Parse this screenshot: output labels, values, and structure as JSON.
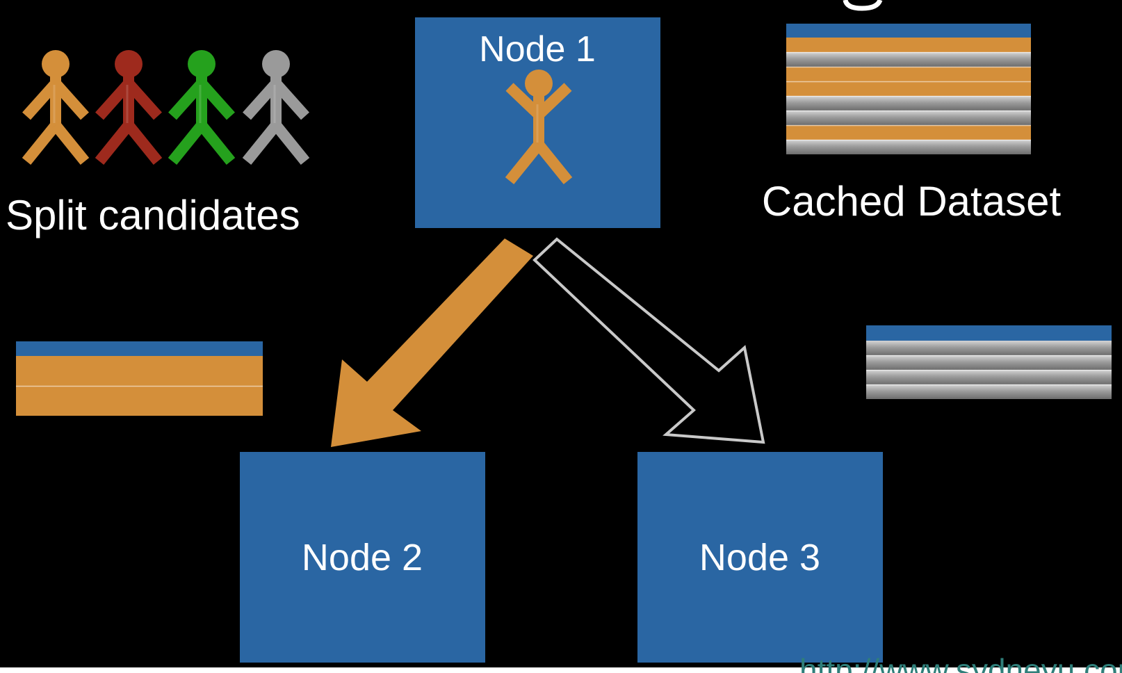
{
  "colors": {
    "background": "#000000",
    "page_edge": "#ffffff",
    "node_blue": "#2a66a3",
    "orange": "#d48f3a",
    "red": "#9e2a1d",
    "green": "#25a11d",
    "gray": "#9a9a9a",
    "white": "#ffffff",
    "watermark": "#2f7f7a"
  },
  "candidates": {
    "label": "Split candidates",
    "figures": [
      "orange",
      "red",
      "green",
      "gray"
    ],
    "icon": "person-icon"
  },
  "nodes": {
    "node1": {
      "label": "Node 1",
      "figure_color": "orange"
    },
    "node2": {
      "label": "Node 2"
    },
    "node3": {
      "label": "Node 3"
    }
  },
  "cached_dataset": {
    "label": "Cached Dataset",
    "row_colors": [
      "orange",
      "gray",
      "orange",
      "orange",
      "gray",
      "gray",
      "orange",
      "gray"
    ]
  },
  "left_subset": {
    "row_colors": [
      "orange",
      "orange"
    ]
  },
  "right_subset": {
    "row_colors": [
      "gray",
      "gray",
      "gray",
      "gray"
    ]
  },
  "arrows": {
    "left": {
      "style": "filled-orange",
      "icon": "arrow-down-left-icon"
    },
    "right": {
      "style": "outline-white",
      "icon": "arrow-down-right-icon"
    }
  },
  "watermark": {
    "text": "http://www.sydneyu.com"
  }
}
